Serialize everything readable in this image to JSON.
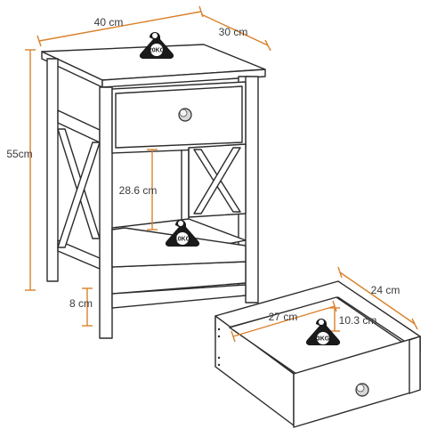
{
  "colors": {
    "dimension_line": "#d9822b",
    "outline": "#2b2b2b",
    "weight_icon": "#1a1a1a",
    "background": "#ffffff"
  },
  "dimensions": {
    "table_width": "40 cm",
    "table_depth": "30 cm",
    "table_height": "55cm",
    "shelf_gap": "28.6 cm",
    "leg_clearance": "8 cm",
    "drawer_width": "27 cm",
    "drawer_depth": "24 cm",
    "drawer_height": "10.3 cm"
  },
  "weights": {
    "top_capacity": "20KG",
    "shelf_capacity": "10KG",
    "drawer_capacity": "3KG"
  }
}
